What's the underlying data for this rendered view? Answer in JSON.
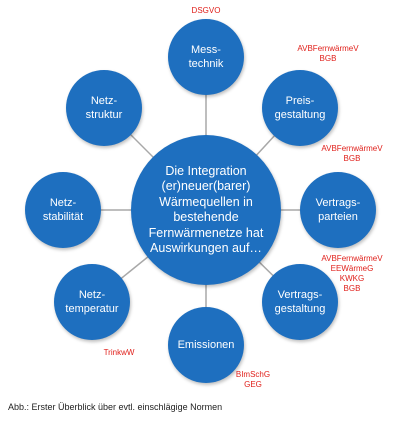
{
  "center": "Die Integration\n(er)neuer(barer)\nWärmequellen in\nbestehende\nFernwärmenetze hat\nAuswirkungen auf…",
  "nodes": {
    "messtechnik": "Mess-\ntechnik",
    "preisgestaltung": "Preis-\ngestaltung",
    "vertragsparteien": "Vertrags-\nparteien",
    "vertragsgestaltung": "Vertrags-\ngestaltung",
    "emissionen": "Emissionen",
    "netztemperatur": "Netz-\ntemperatur",
    "netzstabilitaet": "Netz-\nstabilität",
    "netzstruktur": "Netz-\nstruktur"
  },
  "laws": {
    "messtechnik": "DSGVO",
    "preisgestaltung": "AVBFernwärmeV\nBGB",
    "vertragsparteien": "AVBFernwärmeV\nBGB",
    "vertragsgestaltung": "AVBFernwärmeV\nEEWärmeG\nKWKG\nBGB",
    "emissionen": "BImSchG\nGEG",
    "netztemperatur": "TrinkwW"
  },
  "caption": "Abb.: Erster Überblick über evtl. einschlägige Normen",
  "colors": {
    "node": "#1e6fbf",
    "law_text": "#e0201b",
    "spoke": "#a8a8a8"
  }
}
